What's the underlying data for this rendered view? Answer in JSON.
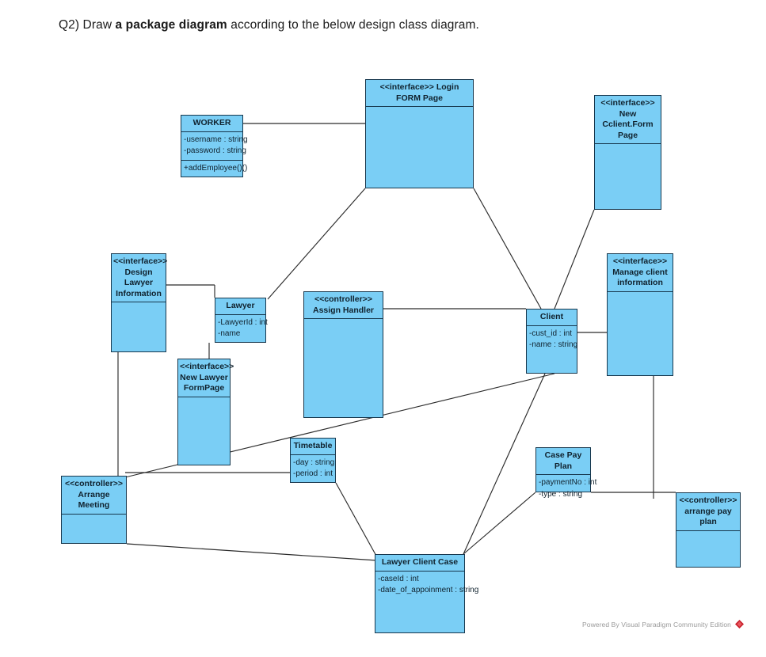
{
  "question": {
    "prefix": "Q2) Draw ",
    "bold": "a package diagram",
    "suffix": " according to the below design class diagram."
  },
  "diagram": {
    "type": "uml-design-class-diagram",
    "fill_color": "#7ACEF5",
    "border_color": "#17374d",
    "line_color": "#2b2b2b",
    "nodes": [
      {
        "id": "login-form-page",
        "stereotype": "<<interface>>",
        "name": "Login FORM Page",
        "header_inline": true,
        "attributes": [],
        "operations": []
      },
      {
        "id": "worker",
        "stereotype": "",
        "name": "WORKER",
        "attributes": [
          "-username : string",
          "-password : string"
        ],
        "operations": [
          "+addEmployee()()"
        ]
      },
      {
        "id": "new-client-form-page",
        "stereotype": "<<interface>>",
        "name": "New Cclient.Form Page",
        "attributes": [],
        "operations": []
      },
      {
        "id": "design-lawyer-information",
        "stereotype": "<<interface>>",
        "name": "Design Lawyer Information",
        "attributes": [],
        "operations": []
      },
      {
        "id": "lawyer",
        "stereotype": "",
        "name": "Lawyer",
        "attributes": [
          "-LawyerId : int",
          "-name"
        ],
        "operations": []
      },
      {
        "id": "assign-handler",
        "stereotype": "<<controller>>",
        "name": "Assign Handler",
        "attributes": [],
        "operations": []
      },
      {
        "id": "client",
        "stereotype": "",
        "name": "Client",
        "attributes": [
          "-cust_id : int",
          "-name : string"
        ],
        "operations": []
      },
      {
        "id": "manage-client-information",
        "stereotype": "<<interface>>",
        "name": "Manage client information",
        "attributes": [],
        "operations": []
      },
      {
        "id": "new-lawyer-formpage",
        "stereotype": "<<interface>>",
        "name": "New Lawyer FormPage",
        "attributes": [],
        "operations": []
      },
      {
        "id": "timetable",
        "stereotype": "",
        "name": "Timetable",
        "attributes": [
          "-day : string",
          "-period : int"
        ],
        "operations": []
      },
      {
        "id": "case-pay-plan",
        "stereotype": "",
        "name": "Case Pay Plan",
        "attributes": [
          "-paymentNo : int",
          "-type : string"
        ],
        "operations": []
      },
      {
        "id": "arrange-meeting",
        "stereotype": "<<controller>>",
        "name": "Arrange Meeting",
        "attributes": [],
        "operations": []
      },
      {
        "id": "arrange-pay-plan",
        "stereotype": "<<controller>>",
        "name": "arrange pay plan",
        "attributes": [],
        "operations": []
      },
      {
        "id": "lawyer-client-case",
        "stereotype": "",
        "name": "Lawyer Client Case",
        "attributes": [
          "-caseId : int",
          "-date_of_appoinment : string"
        ],
        "operations": []
      }
    ],
    "associations": [
      {
        "from": "worker",
        "to": "login-form-page"
      },
      {
        "from": "login-form-page",
        "to": "lawyer"
      },
      {
        "from": "login-form-page",
        "to": "client"
      },
      {
        "from": "new-client-form-page",
        "to": "client"
      },
      {
        "from": "design-lawyer-information",
        "to": "lawyer"
      },
      {
        "from": "design-lawyer-information",
        "to": "arrange-meeting"
      },
      {
        "from": "lawyer",
        "to": "new-lawyer-formpage"
      },
      {
        "from": "assign-handler",
        "to": "client"
      },
      {
        "from": "client",
        "to": "manage-client-information"
      },
      {
        "from": "client",
        "to": "arrange-meeting"
      },
      {
        "from": "client",
        "to": "lawyer-client-case"
      },
      {
        "from": "manage-client-information",
        "to": "arrange-pay-plan"
      },
      {
        "from": "timetable",
        "to": "arrange-meeting"
      },
      {
        "from": "timetable",
        "to": "lawyer-client-case"
      },
      {
        "from": "case-pay-plan",
        "to": "lawyer-client-case"
      },
      {
        "from": "case-pay-plan",
        "to": "arrange-pay-plan"
      },
      {
        "from": "arrange-meeting",
        "to": "lawyer-client-case"
      }
    ]
  },
  "watermark": {
    "text": "Powered By  Visual Paradigm Community Edition",
    "logo": "visual-paradigm-diamond-logo"
  }
}
